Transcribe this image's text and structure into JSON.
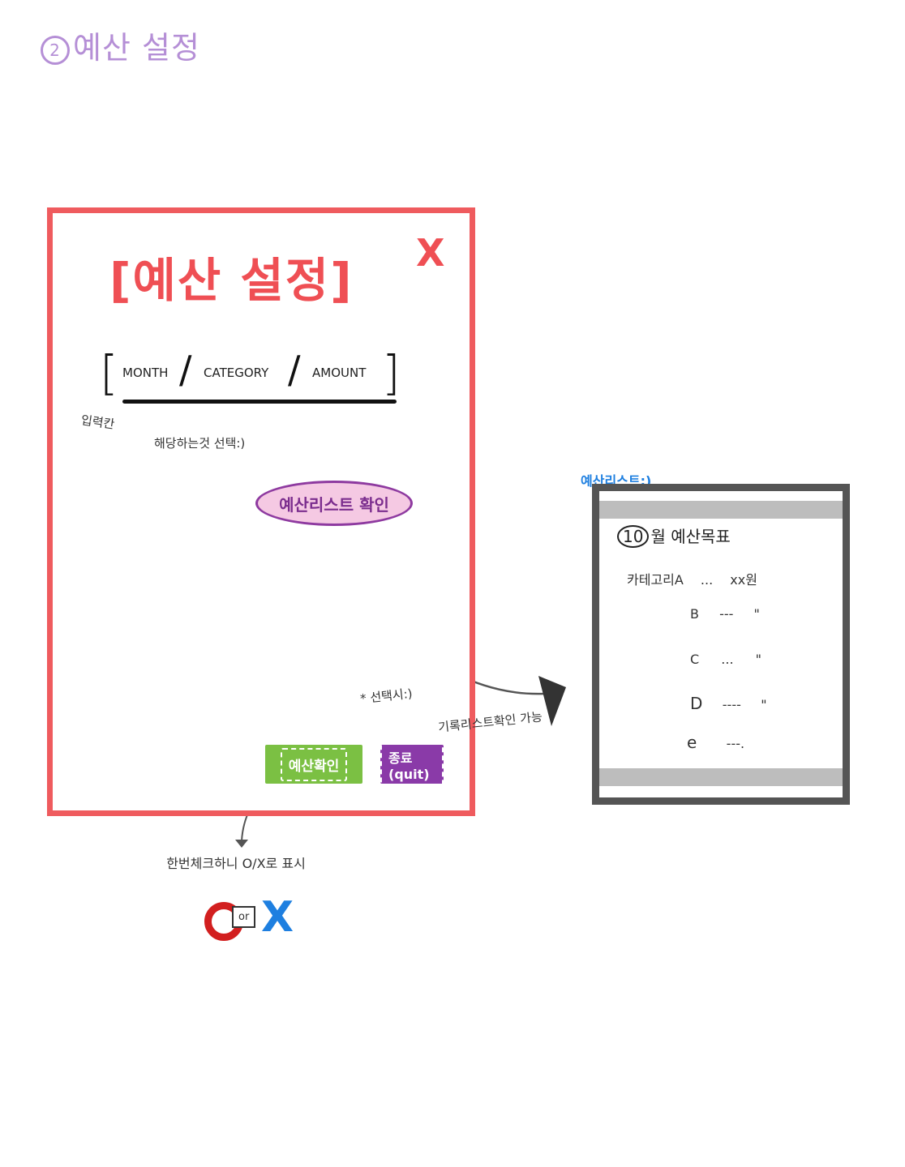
{
  "heading": {
    "number": "2",
    "text": "예산 설정"
  },
  "dialog": {
    "title": "[예산 설정]",
    "close": "X",
    "input": {
      "bracket_open": "[",
      "bracket_close": "]",
      "month": "MONTH",
      "category": "CATEGORY",
      "amount": "AMOUNT",
      "separator": "/"
    },
    "note_input": "입력칸",
    "note_select": "해당하는것 선택:)",
    "budget_list_button": "예산리스트 확인",
    "confirm_button": "예산확인",
    "quit_button": "종료(quit)",
    "note_on_select": "* 선택시:)",
    "note_list_check": "기록리스트확인 가능"
  },
  "ox_section": {
    "note": "한번체크하니 O/X로 표시",
    "o": "O",
    "or": "or",
    "x": "X"
  },
  "popup": {
    "caption": "예산리스트:)",
    "heading_month": "10",
    "heading_text": "월 예산목표",
    "rows": [
      {
        "label": "카테고리A",
        "dots": "...",
        "value": "xx원"
      },
      {
        "label": "B",
        "dots": "---",
        "value": "\""
      },
      {
        "label": "C",
        "dots": "...",
        "value": "\""
      },
      {
        "label": "D",
        "dots": "----",
        "value": "\""
      },
      {
        "label": "e",
        "dots": "---.",
        "value": ""
      }
    ]
  },
  "colors": {
    "dialog_border": "#ef5b5e",
    "title": "#ef4f54",
    "list_button_fill": "#f5c9e3",
    "list_button_border": "#8e3aa0",
    "confirm_button": "#7bc043",
    "quit_button": "#8a3aa8",
    "popup_border": "#555555",
    "o_mark": "#d21f1f",
    "x_mark": "#1e7fe0",
    "heading": "#b58fd6"
  }
}
